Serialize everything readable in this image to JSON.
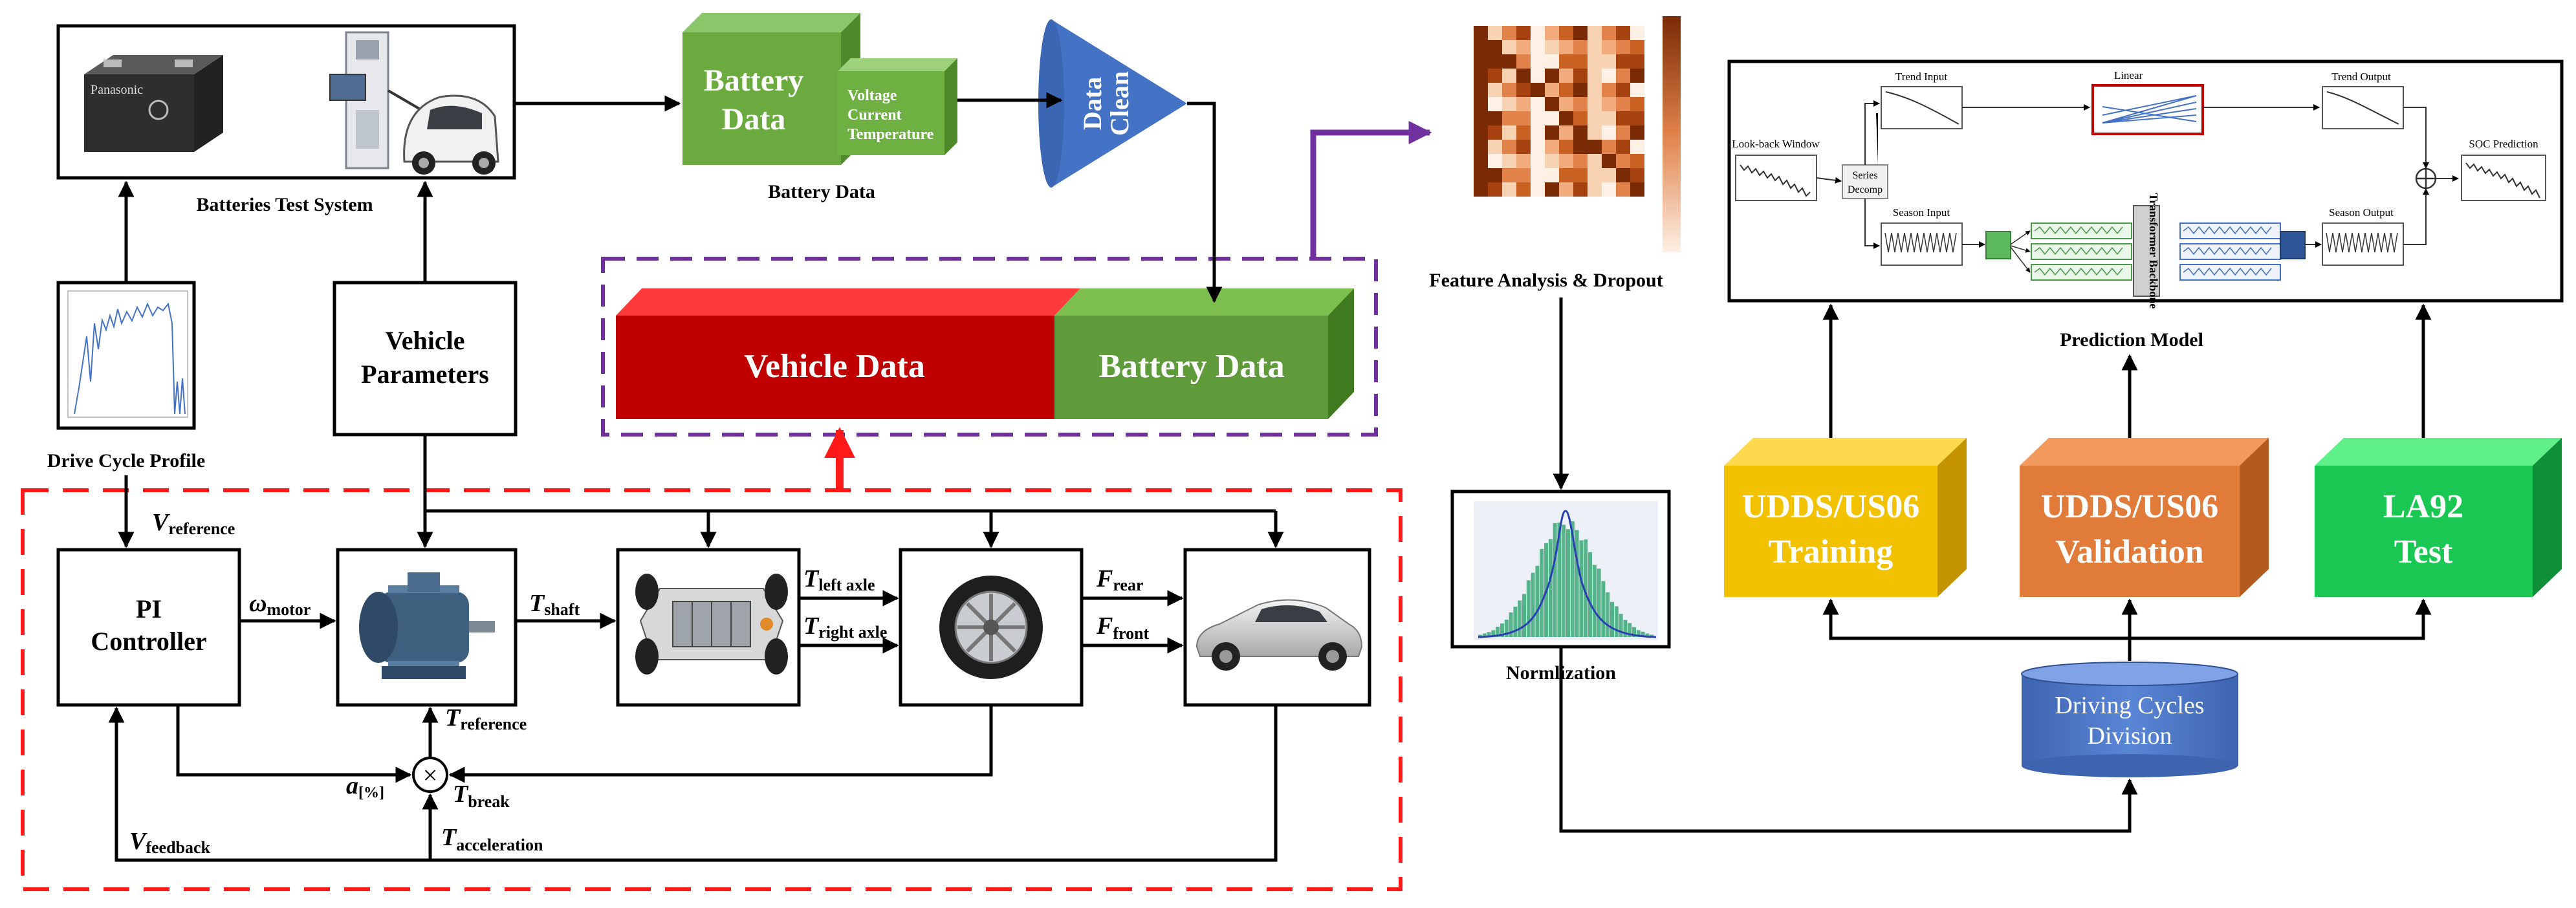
{
  "test_system": {
    "caption": "Batteries Test System",
    "battery_brand": "Panasonic"
  },
  "battery_data_block": {
    "title_line1": "Battery",
    "title_line2": "Data",
    "sub_line1": "Voltage",
    "sub_line2": "Current",
    "sub_line3": "Temperature",
    "caption": "Battery Data"
  },
  "data_clean": {
    "line1": "Data",
    "line2": "Clean"
  },
  "feature_analysis": {
    "caption": "Feature Analysis & Dropout"
  },
  "prediction_model": {
    "caption": "Prediction Model",
    "lookback": "Look-back Window",
    "series_decomp_1": "Series",
    "series_decomp_2": "Decomp",
    "trend_input": "Trend Input",
    "linear": "Linear",
    "trend_output": "Trend Output",
    "season_input": "Season Input",
    "season_output": "Season Output",
    "soc_prediction": "SOC Prediction",
    "transformer": "Transformer Backbone"
  },
  "drive_cycle": {
    "caption": "Drive Cycle Profile"
  },
  "vehicle_parameters": {
    "line1": "Vehicle",
    "line2": "Parameters"
  },
  "combined": {
    "vehicle_data": "Vehicle Data",
    "battery_data": "Battery Data"
  },
  "normalization": {
    "caption": "Normlization"
  },
  "splits": {
    "training_1": "UDDS/US06",
    "training_2": "Training",
    "validation_1": "UDDS/US06",
    "validation_2": "Validation",
    "test_1": "LA92",
    "test_2": "Test"
  },
  "division": {
    "line1": "Driving Cycles",
    "line2": "Division"
  },
  "simulation": {
    "pi_1": "PI",
    "pi_2": "Controller",
    "v_reference": {
      "sym": "V",
      "sub": "reference"
    },
    "omega_motor": {
      "sym": "ω",
      "sub": "motor"
    },
    "t_shaft": {
      "sym": "T",
      "sub": "shaft"
    },
    "t_left_axle": {
      "sym": "T",
      "sub": "left axle"
    },
    "t_right_axle": {
      "sym": "T",
      "sub": "right axle"
    },
    "f_rear": {
      "sym": "F",
      "sub": "rear"
    },
    "f_front": {
      "sym": "F",
      "sub": "front"
    },
    "t_reference": {
      "sym": "T",
      "sub": "reference"
    },
    "a_percent": {
      "sym": "a",
      "sub": "[%]"
    },
    "t_break": {
      "sym": "T",
      "sub": "break"
    },
    "v_feedback": {
      "sym": "V",
      "sub": "feedback"
    },
    "t_acceleration": {
      "sym": "T",
      "sub": "acceleration"
    },
    "sum_symbol": "×"
  },
  "colors": {
    "battery_green": "#6aaa3f",
    "vehicle_red": "#c00000",
    "clean_blue": "#4472c4",
    "training_yellow": "#f2c100",
    "validation_orange": "#e07b39",
    "test_green": "#19c752",
    "dashed_red": "#ff1a1a",
    "dashed_purple": "#7030a0"
  }
}
